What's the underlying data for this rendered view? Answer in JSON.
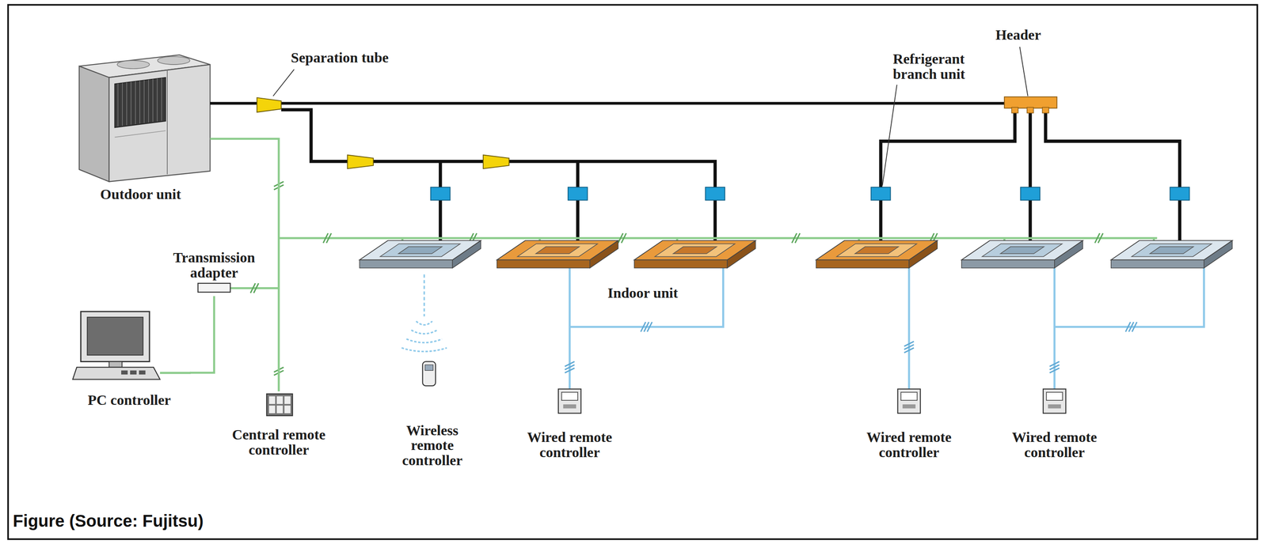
{
  "diagram": {
    "caption": "Figure (Source: Fujitsu)",
    "nodes": [
      {
        "text": [
          "Outdoor unit"
        ]
      },
      {
        "text": [
          "Transmission adapter"
        ]
      },
      {
        "text": [
          "PC controller"
        ]
      },
      {
        "text": [
          "Central remote controller"
        ]
      },
      {
        "text": [
          "Wireless remote controller"
        ]
      },
      {
        "text": [
          "Wired remote controller"
        ]
      },
      {
        "text": [
          "Wired remote controller"
        ]
      },
      {
        "text": [
          "Wired remote controller"
        ]
      }
    ],
    "edges": [
      {
        "from": 0,
        "to": 3,
        "arrow": "none"
      },
      {
        "from": 2,
        "to": 1,
        "arrow": "none"
      }
    ],
    "labels": [
      "Separation tube",
      "Header",
      "Refrigerant branch unit",
      "Indoor unit"
    ]
  }
}
